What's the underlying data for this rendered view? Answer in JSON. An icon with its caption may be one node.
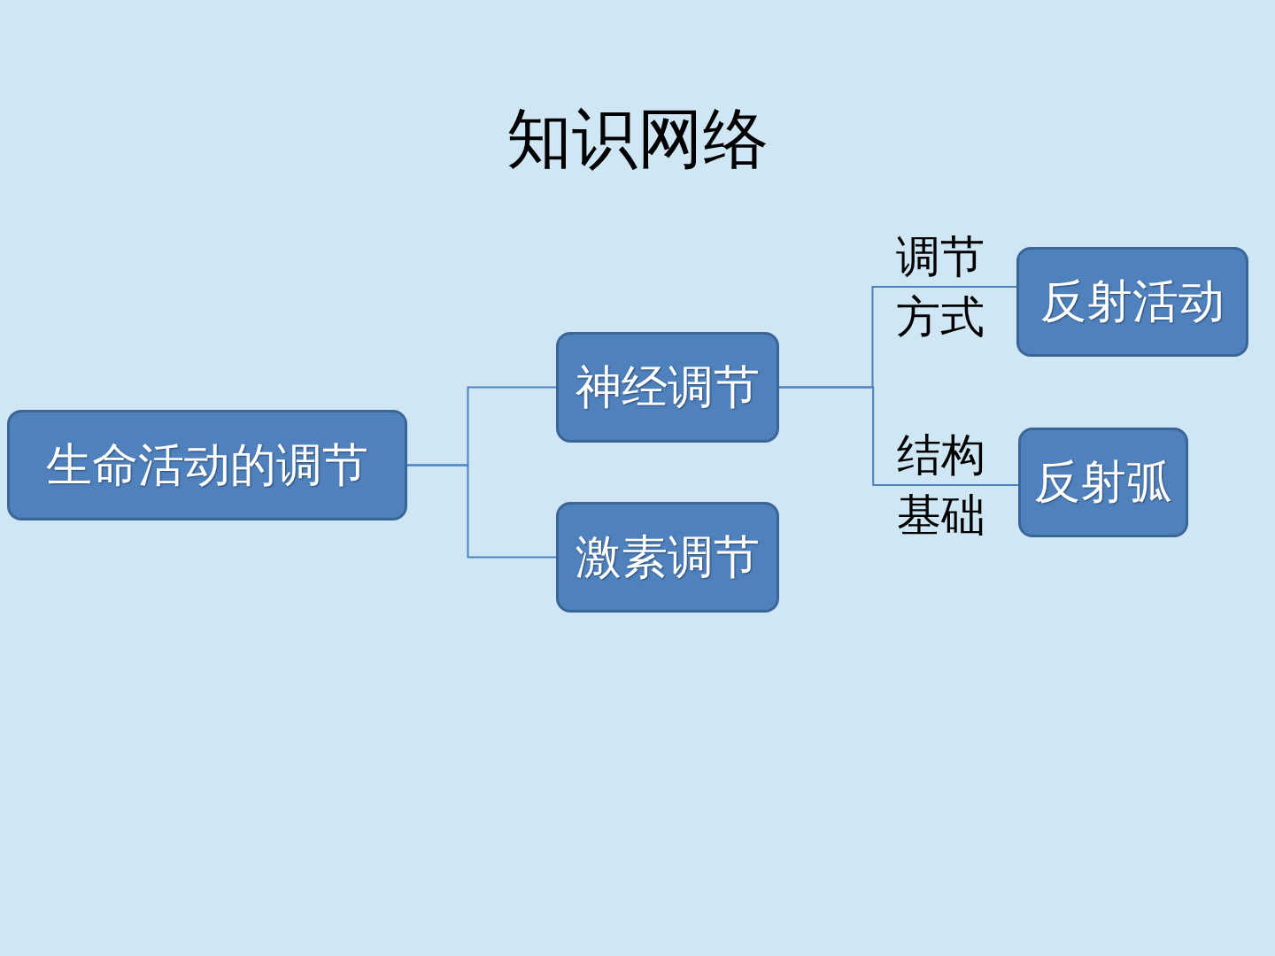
{
  "diagram": {
    "title": "知识网络",
    "nodes": [
      {
        "text": [
          "生命活动的调节"
        ]
      },
      {
        "text": [
          "神经调节"
        ]
      },
      {
        "text": [
          "激素调节"
        ]
      },
      {
        "text": [
          "反射活动"
        ]
      },
      {
        "text": [
          "反射弧"
        ]
      }
    ],
    "edges": [
      {
        "from": 0,
        "to": 1,
        "arrow": "none"
      },
      {
        "from": 0,
        "to": 2,
        "arrow": "none"
      },
      {
        "from": 1,
        "to": 3,
        "arrow": "none",
        "label": "调节方式"
      },
      {
        "from": 1,
        "to": 4,
        "arrow": "none",
        "label": "结构基础"
      }
    ]
  }
}
